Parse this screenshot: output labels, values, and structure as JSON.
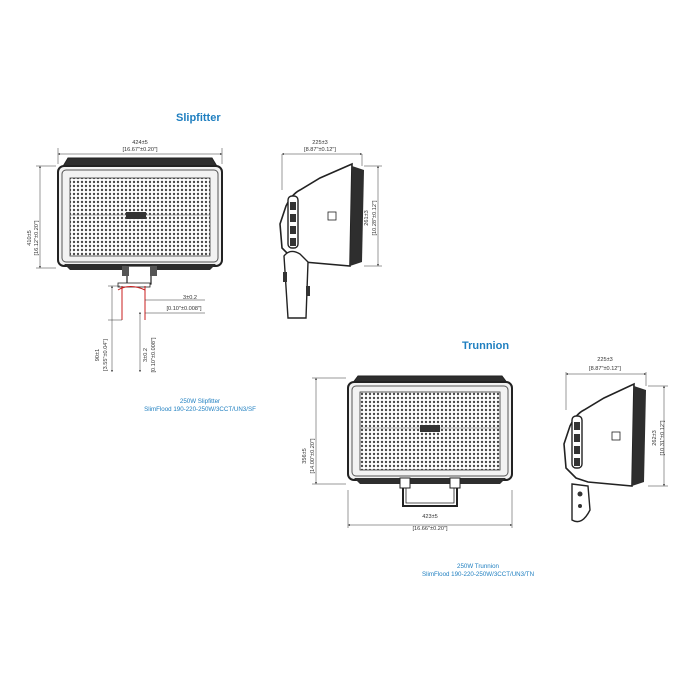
{
  "colors": {
    "heading": "#1f7fc0",
    "line": "#333333",
    "fixture": "#2b2b2b",
    "grid": "#444444"
  },
  "slipfitter": {
    "title": "Slipfitter",
    "front": {
      "width": "424±5",
      "width_in": "[16.67\"±0.20\"]",
      "height": "410±5",
      "height_in": "[16.12\"±0.20\"]",
      "gap": "3±0.2",
      "gap_in": "[0.10\"±0.008\"]",
      "tenon": "90±1",
      "tenon_in": "[3.55\"±0.04\"]",
      "tenon_gap": "3±0.2",
      "tenon_gap_in": "[0.10\"±0.008\"]"
    },
    "side": {
      "width": "225±3",
      "width_in": "[8.87\"±0.12\"]",
      "height": "261±3",
      "height_in": "[10.28\"±0.12\"]"
    },
    "caption_line1": "250W Slipfitter",
    "caption_line2": "SlimFlood 190-220-250W/3CCT/UN3/SF"
  },
  "trunnion": {
    "title": "Trunnion",
    "front": {
      "width": "423±5",
      "width_in": "[16.66\"±0.20\"]",
      "height": "356±5",
      "height_in": "[14.00\"±0.20\"]"
    },
    "side": {
      "width": "225±3",
      "width_in": "[8.87\"±0.12\"]",
      "height": "262±3",
      "height_in": "[10.31\"±0.12\"]"
    },
    "caption_line1": "250W Trunnion",
    "caption_line2": "SlimFlood 190-220-250W/3CCT/UN3/TN"
  }
}
